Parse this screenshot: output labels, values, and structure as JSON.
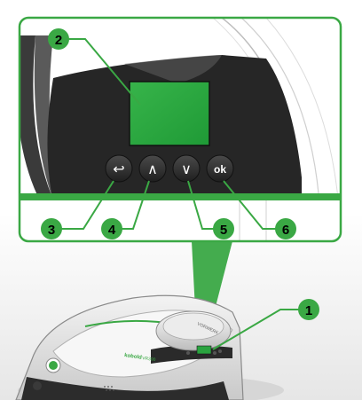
{
  "callouts": [
    {
      "number": "1",
      "target": "robot control panel"
    },
    {
      "number": "2",
      "target": "display"
    },
    {
      "number": "3",
      "target": "back button"
    },
    {
      "number": "4",
      "target": "up button"
    },
    {
      "number": "5",
      "target": "down button"
    },
    {
      "number": "6",
      "target": "ok button"
    }
  ],
  "buttons": [
    {
      "name": "back",
      "glyph": "↩"
    },
    {
      "name": "up",
      "glyph": "∧"
    },
    {
      "name": "down",
      "glyph": "∨"
    },
    {
      "name": "ok",
      "glyph": "ok"
    }
  ],
  "robot": {
    "brand_text": "VORWERK",
    "model_text": "kobold",
    "model_suffix": "VR300"
  },
  "colors": {
    "accent_green": "#3aa844",
    "display_green": "#2aa33f",
    "panel_dark": "#262626",
    "button_dark": "#2f2f2f",
    "callout_green": "#3aa844",
    "frame_stroke": "#3aa844"
  }
}
